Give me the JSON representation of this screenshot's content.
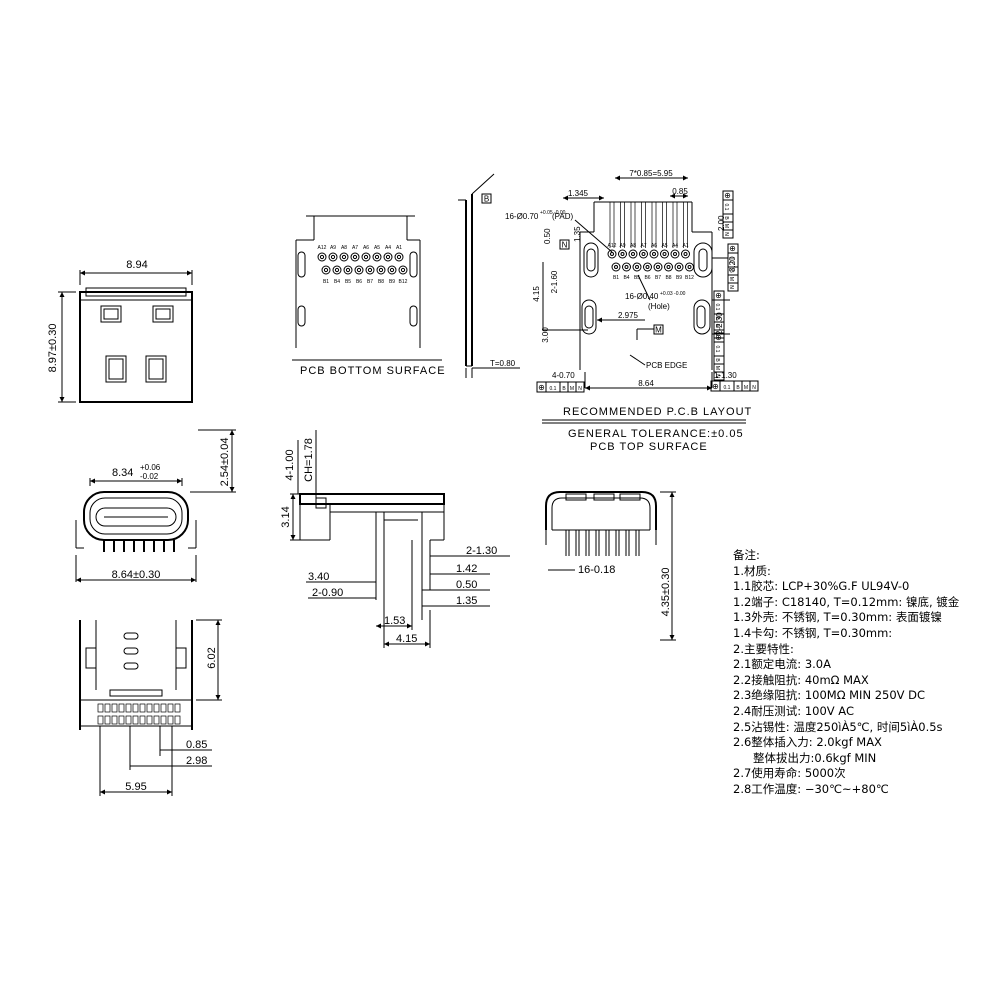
{
  "view_top": {
    "width_label": "8.94",
    "height_label": "8.97±0.30"
  },
  "view_bottom_pcb": {
    "caption": "PCB BOTTOM SURFACE",
    "pins_top": [
      "A12",
      "A9",
      "A8",
      "A7",
      "A6",
      "A5",
      "A4",
      "A1"
    ],
    "pins_bottom": [
      "B1",
      "B4",
      "B5",
      "B6",
      "B7",
      "B8",
      "B9",
      "B12"
    ]
  },
  "view_side": {
    "label_b": "B",
    "thickness_label": "T=0.80"
  },
  "view_layout": {
    "dim_pitch": "7*0.85=5.95",
    "dim_085": "0.85",
    "dim_1345": "1.345",
    "dim_pad": "16-Ø0.70",
    "dim_pad_tol": "+0.05\n-0.00",
    "dim_pad_suffix": "(PAD)",
    "dim_050": "0.50",
    "dim_135": "1.35",
    "dim_415": "4.15",
    "dim_2_160": "2-1.60",
    "dim_300": "3.00",
    "dim_2975": "2.975",
    "dim_hole": "16-Ø0.40",
    "dim_hole_tol": "+0.03\n-0.00",
    "dim_hole_suffix": "(Hole)",
    "dim_200": "2.00",
    "dim_320": "3.20",
    "dim_2_230": "2-2.30",
    "dim_4_070": "4-0.70",
    "dim_1_130": "1-1.30",
    "dim_864": "8.64",
    "pcb_edge": "PCB EDGE",
    "m_label": "M",
    "n_label": "N",
    "fcf_a": [
      "0.1",
      "B",
      "M",
      "N"
    ],
    "fcf_b": [
      "0.1",
      "B",
      "M",
      "N"
    ],
    "fcf_c": [
      "0.1",
      "B",
      "M",
      "N"
    ],
    "fcf_d": [
      "0.1",
      "B",
      "M",
      "N"
    ],
    "fcf_e": [
      "0.1",
      "B",
      "M",
      "N"
    ],
    "fcf_f": [
      "0.1",
      "B",
      "M",
      "N"
    ],
    "caption_1": "RECOMMENDED P.C.B LAYOUT",
    "caption_2": "GENERAL TOLERANCE:±0.05",
    "caption_3": "PCB TOP SURFACE"
  },
  "view_front": {
    "w834": "8.34",
    "w834_tol_up": "+0.06",
    "w834_tol_dn": "-0.02",
    "h254": "2.54±0.04",
    "w864": "8.64±0.30"
  },
  "view_profile": {
    "d4_100": "4-1.00",
    "ch": "CH=1.78",
    "d314": "3.14",
    "d2_130": "2-1.30",
    "d142": "1.42",
    "d050": "0.50",
    "d135": "1.35",
    "d340": "3.40",
    "d2_090": "2-0.90",
    "d153": "1.53",
    "d415": "4.15"
  },
  "view_rear": {
    "d16_018": "16-0.18",
    "d435": "4.35±0.30"
  },
  "view_plan": {
    "d602": "6.02",
    "d085": "0.85",
    "d298": "2.98",
    "d595": "5.95"
  },
  "notes": [
    "备注:",
    "1.材质:",
    "1.1胶芯: LCP+30%G.F UL94V-0",
    "1.2端子: C18140, T=0.12mm: 镍底, 镀金",
    "1.3外壳: 不锈钢, T=0.30mm: 表面镀镍",
    "1.4卡勾: 不锈钢, T=0.30mm:",
    "2.主要特性:",
    "2.1额定电流: 3.0A",
    "2.2接触阻抗: 40mΩ  MAX",
    "2.3绝缘阻抗: 100MΩ  MIN  250V  DC",
    "2.4耐压测试: 100V  AC",
    "2.5沾锡性: 温度250ìÀ5℃, 时间5ìÀ0.5s",
    "2.6整体插入力: 2.0kgf  MAX",
    "整体拔出力:0.6kgf  MIN",
    "2.7使用寿命: 5000次",
    "2.8工作温度: −30℃~+80℃"
  ]
}
